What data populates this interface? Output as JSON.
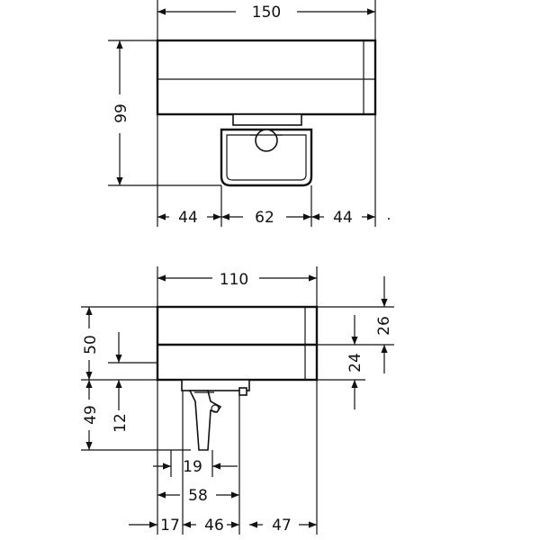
{
  "top_view": {
    "width": "150",
    "height": "99",
    "left": "44",
    "middle": "62",
    "right": "44"
  },
  "side_view": {
    "width": "110",
    "top_offset": "26",
    "body_lower": "24",
    "upper_height": "50",
    "lower_height": "49",
    "handle_depth": "12",
    "handle_width": "19",
    "bracket_width": "58",
    "left_offset": "17",
    "center_span": "46",
    "right_offset": "47"
  }
}
